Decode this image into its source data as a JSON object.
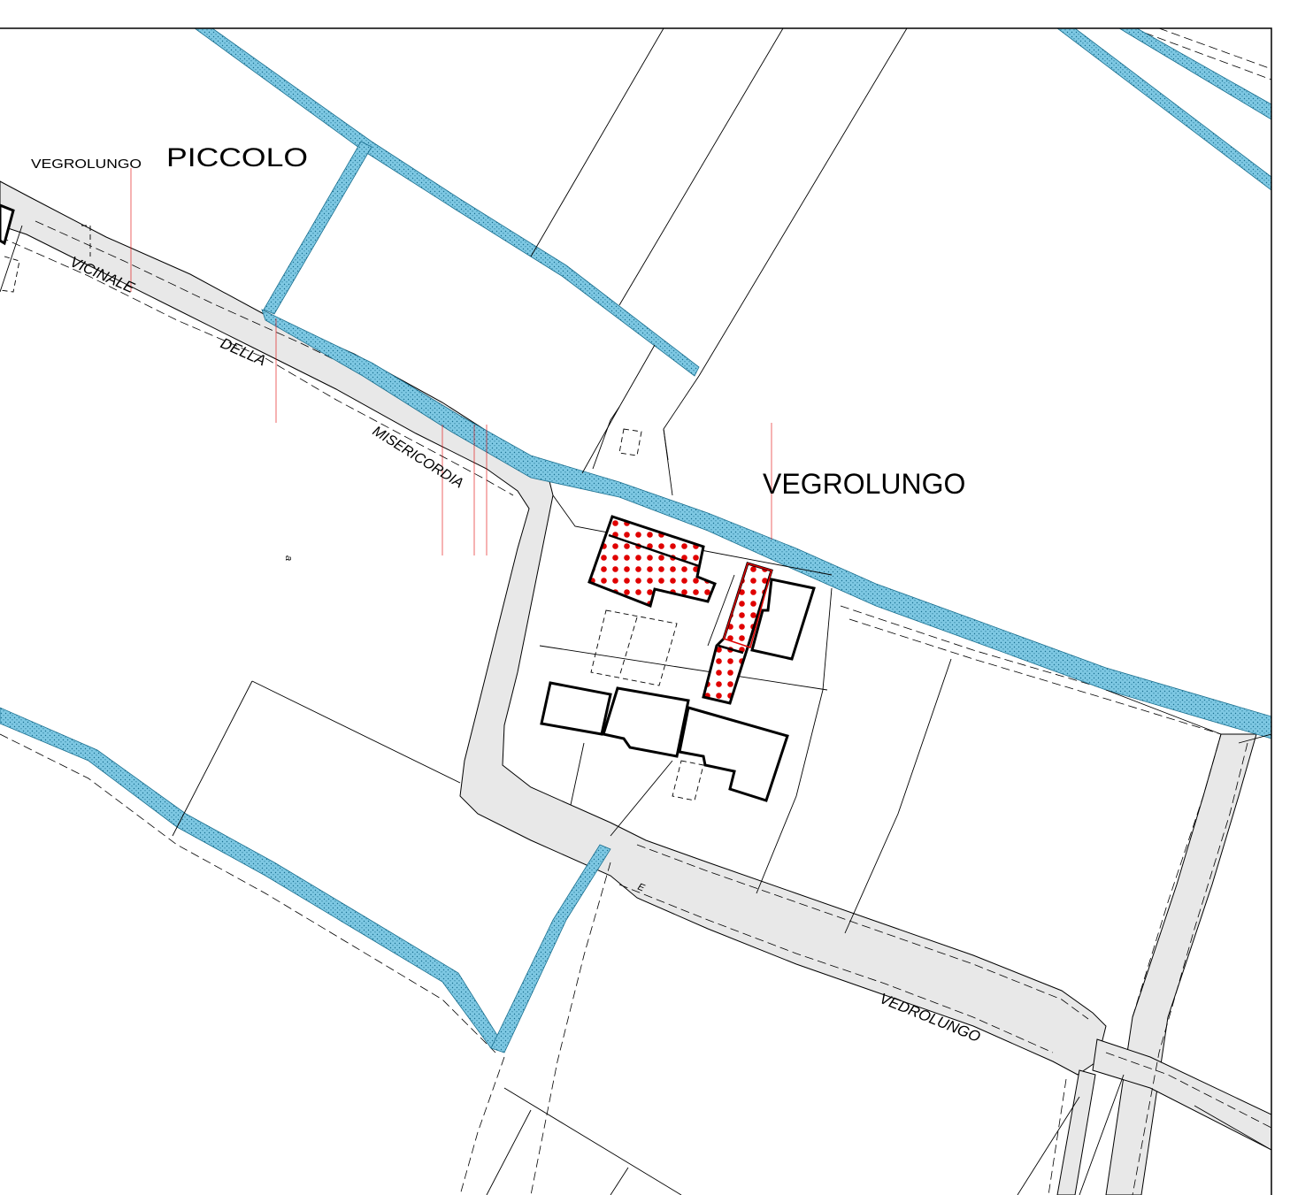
{
  "map": {
    "place_labels": {
      "vegrolungo": "VEGROLUNGO",
      "top_left_overlap": "VEGROLUNGO",
      "top_left_piccolo": "PICCOLO"
    },
    "road_labels": {
      "vicinale": "VICINALE",
      "della": "DELLA",
      "misericordia": "MISERICORDIA",
      "vedrolungo": "VEDROLUNGO",
      "small_e": "E",
      "small_a": "a"
    },
    "colors": {
      "canal_fill": "#7ec8e3",
      "canal_edge": "#1a6f8f",
      "road_fill": "#e8e8e8",
      "building_outline": "#000000",
      "highlight_red": "#e00000",
      "border": "#000000"
    }
  }
}
